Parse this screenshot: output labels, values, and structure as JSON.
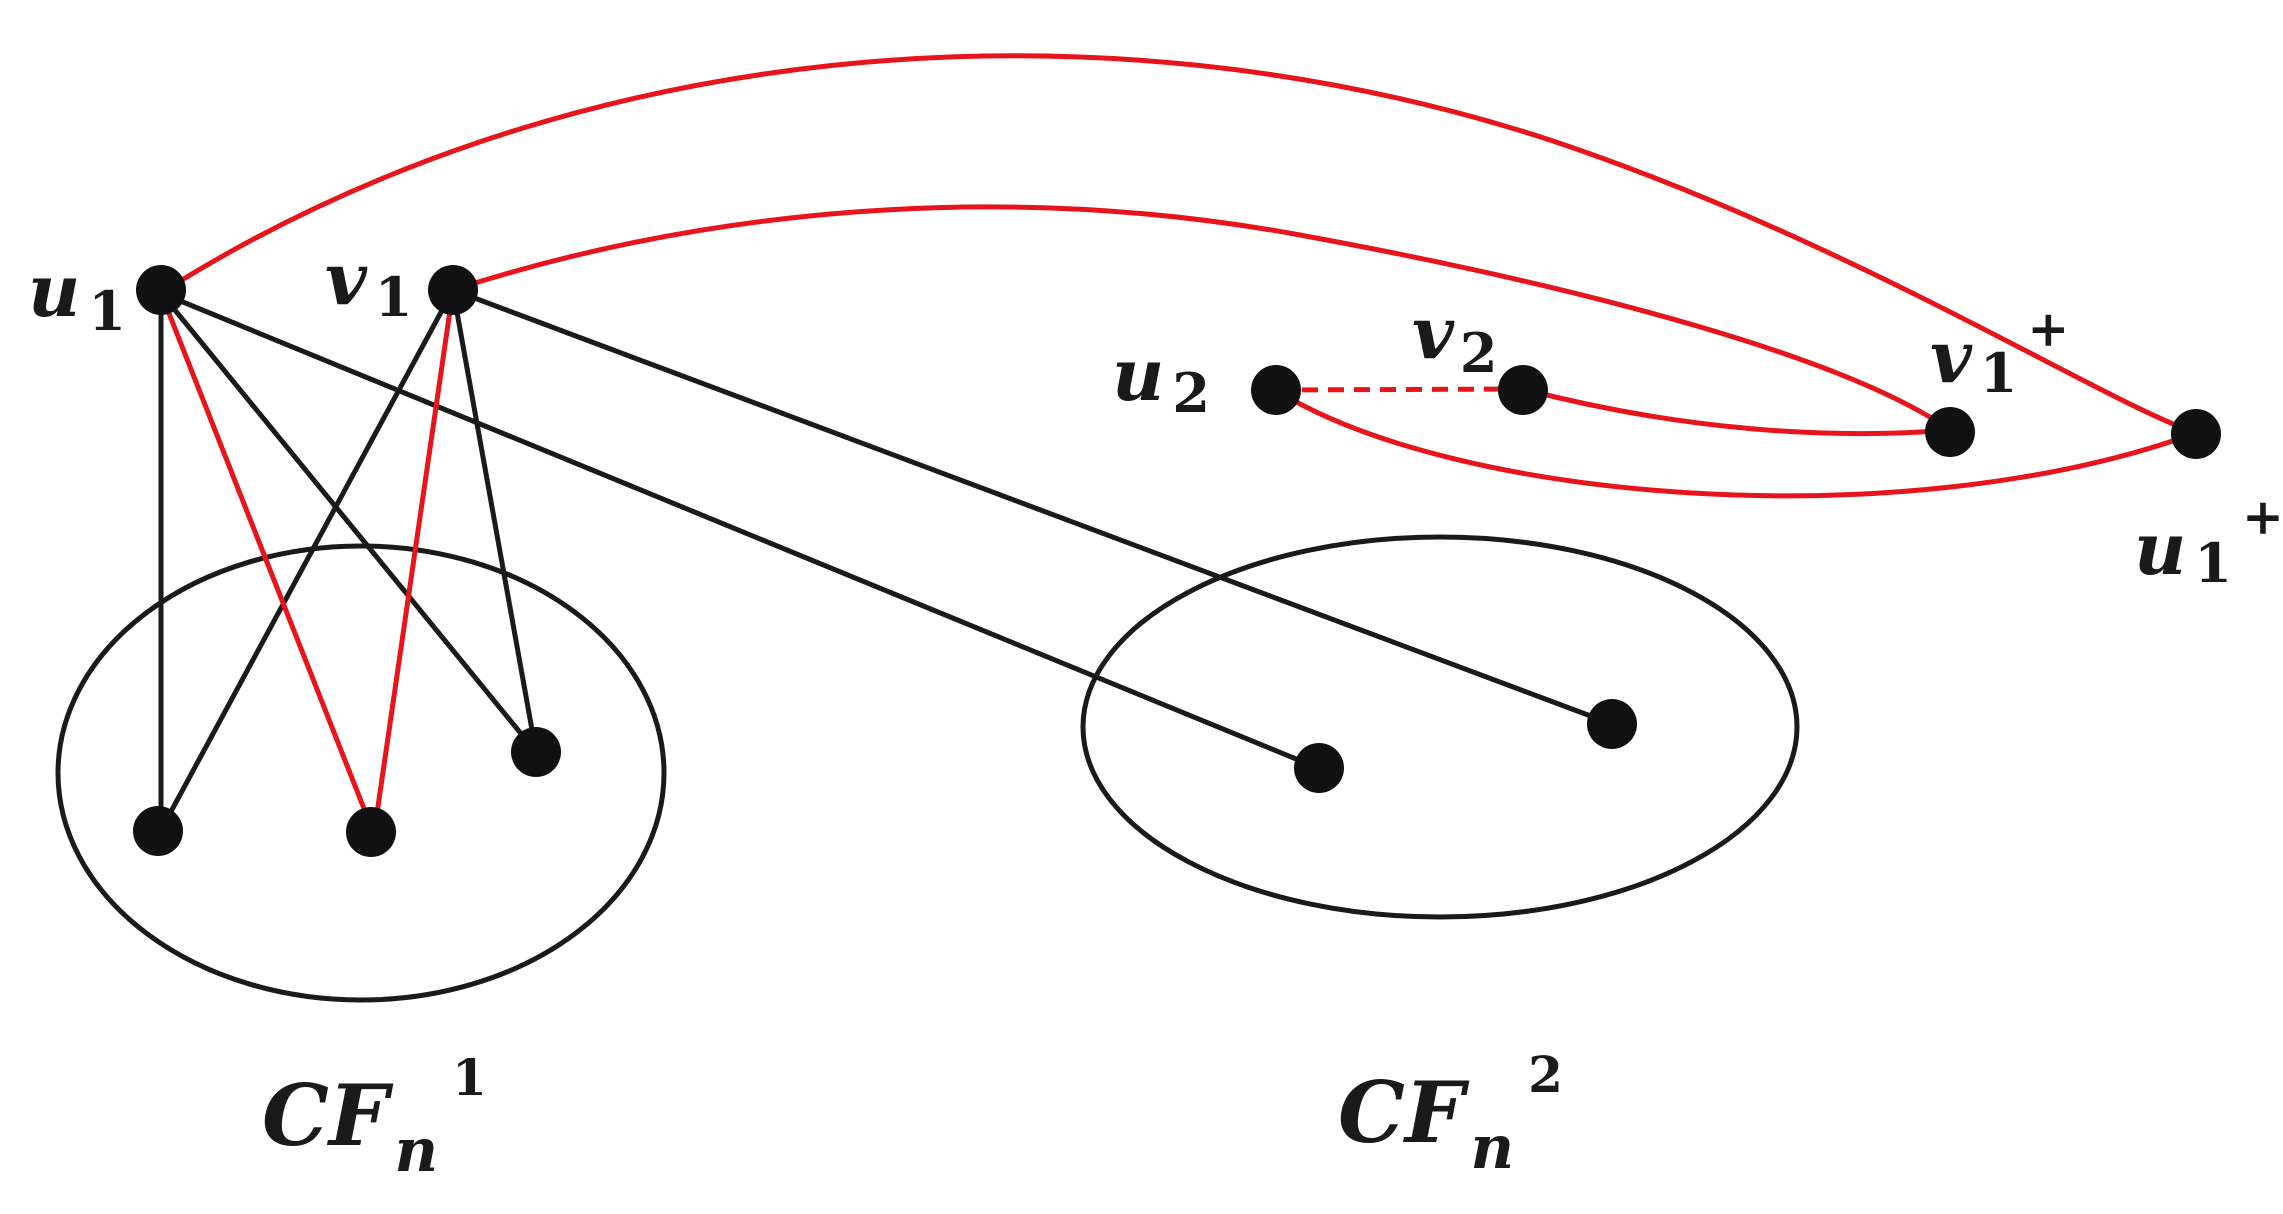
{
  "colors": {
    "black_edge": "#1a1a1a",
    "red_edge": "#e8141c",
    "vertex": "#111111",
    "background": "#ffffff"
  },
  "labels": {
    "u1": {
      "base": "u",
      "sub": "1"
    },
    "v1": {
      "base": "v",
      "sub": "1"
    },
    "u2": {
      "base": "u",
      "sub": "2"
    },
    "v2": {
      "base": "v",
      "sub": "2"
    },
    "v1p": {
      "base": "v",
      "sub": "1",
      "sup": "+"
    },
    "u1p": {
      "base": "u",
      "sub": "1",
      "sup": "+"
    },
    "cf1": {
      "base": "CF",
      "sub": "n",
      "sup": "1"
    },
    "cf2": {
      "base": "CF",
      "sub": "n",
      "sup": "2"
    }
  }
}
